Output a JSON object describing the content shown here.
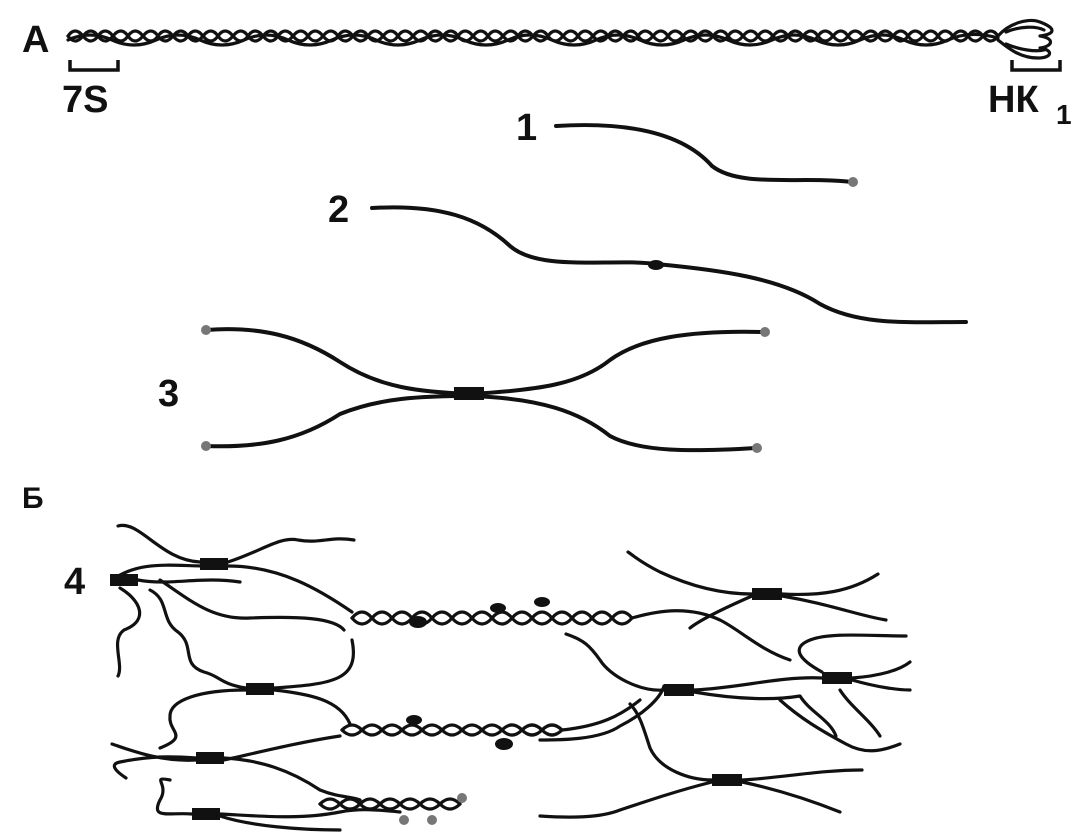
{
  "panel_a": {
    "label": "А",
    "left_domain": "7S",
    "right_domain": "НК",
    "right_domain_sub": "1"
  },
  "forms": [
    {
      "label": "1"
    },
    {
      "label": "2"
    },
    {
      "label": "3"
    },
    {
      "label": "4"
    }
  ],
  "panel_b": {
    "label": "Б"
  },
  "colors": {
    "line": "#111111",
    "end_domain": "#777777",
    "background": "#ffffff"
  }
}
